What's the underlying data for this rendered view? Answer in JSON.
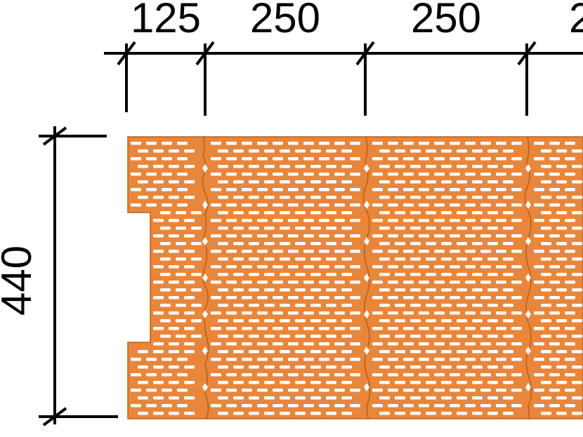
{
  "dimensions": {
    "top": [
      "125",
      "250",
      "250",
      "2"
    ],
    "left": "440"
  },
  "colors": {
    "brick": "#e8863c",
    "brick_edge": "#b8611e",
    "hole": "#ffffff",
    "line": "#000000"
  }
}
